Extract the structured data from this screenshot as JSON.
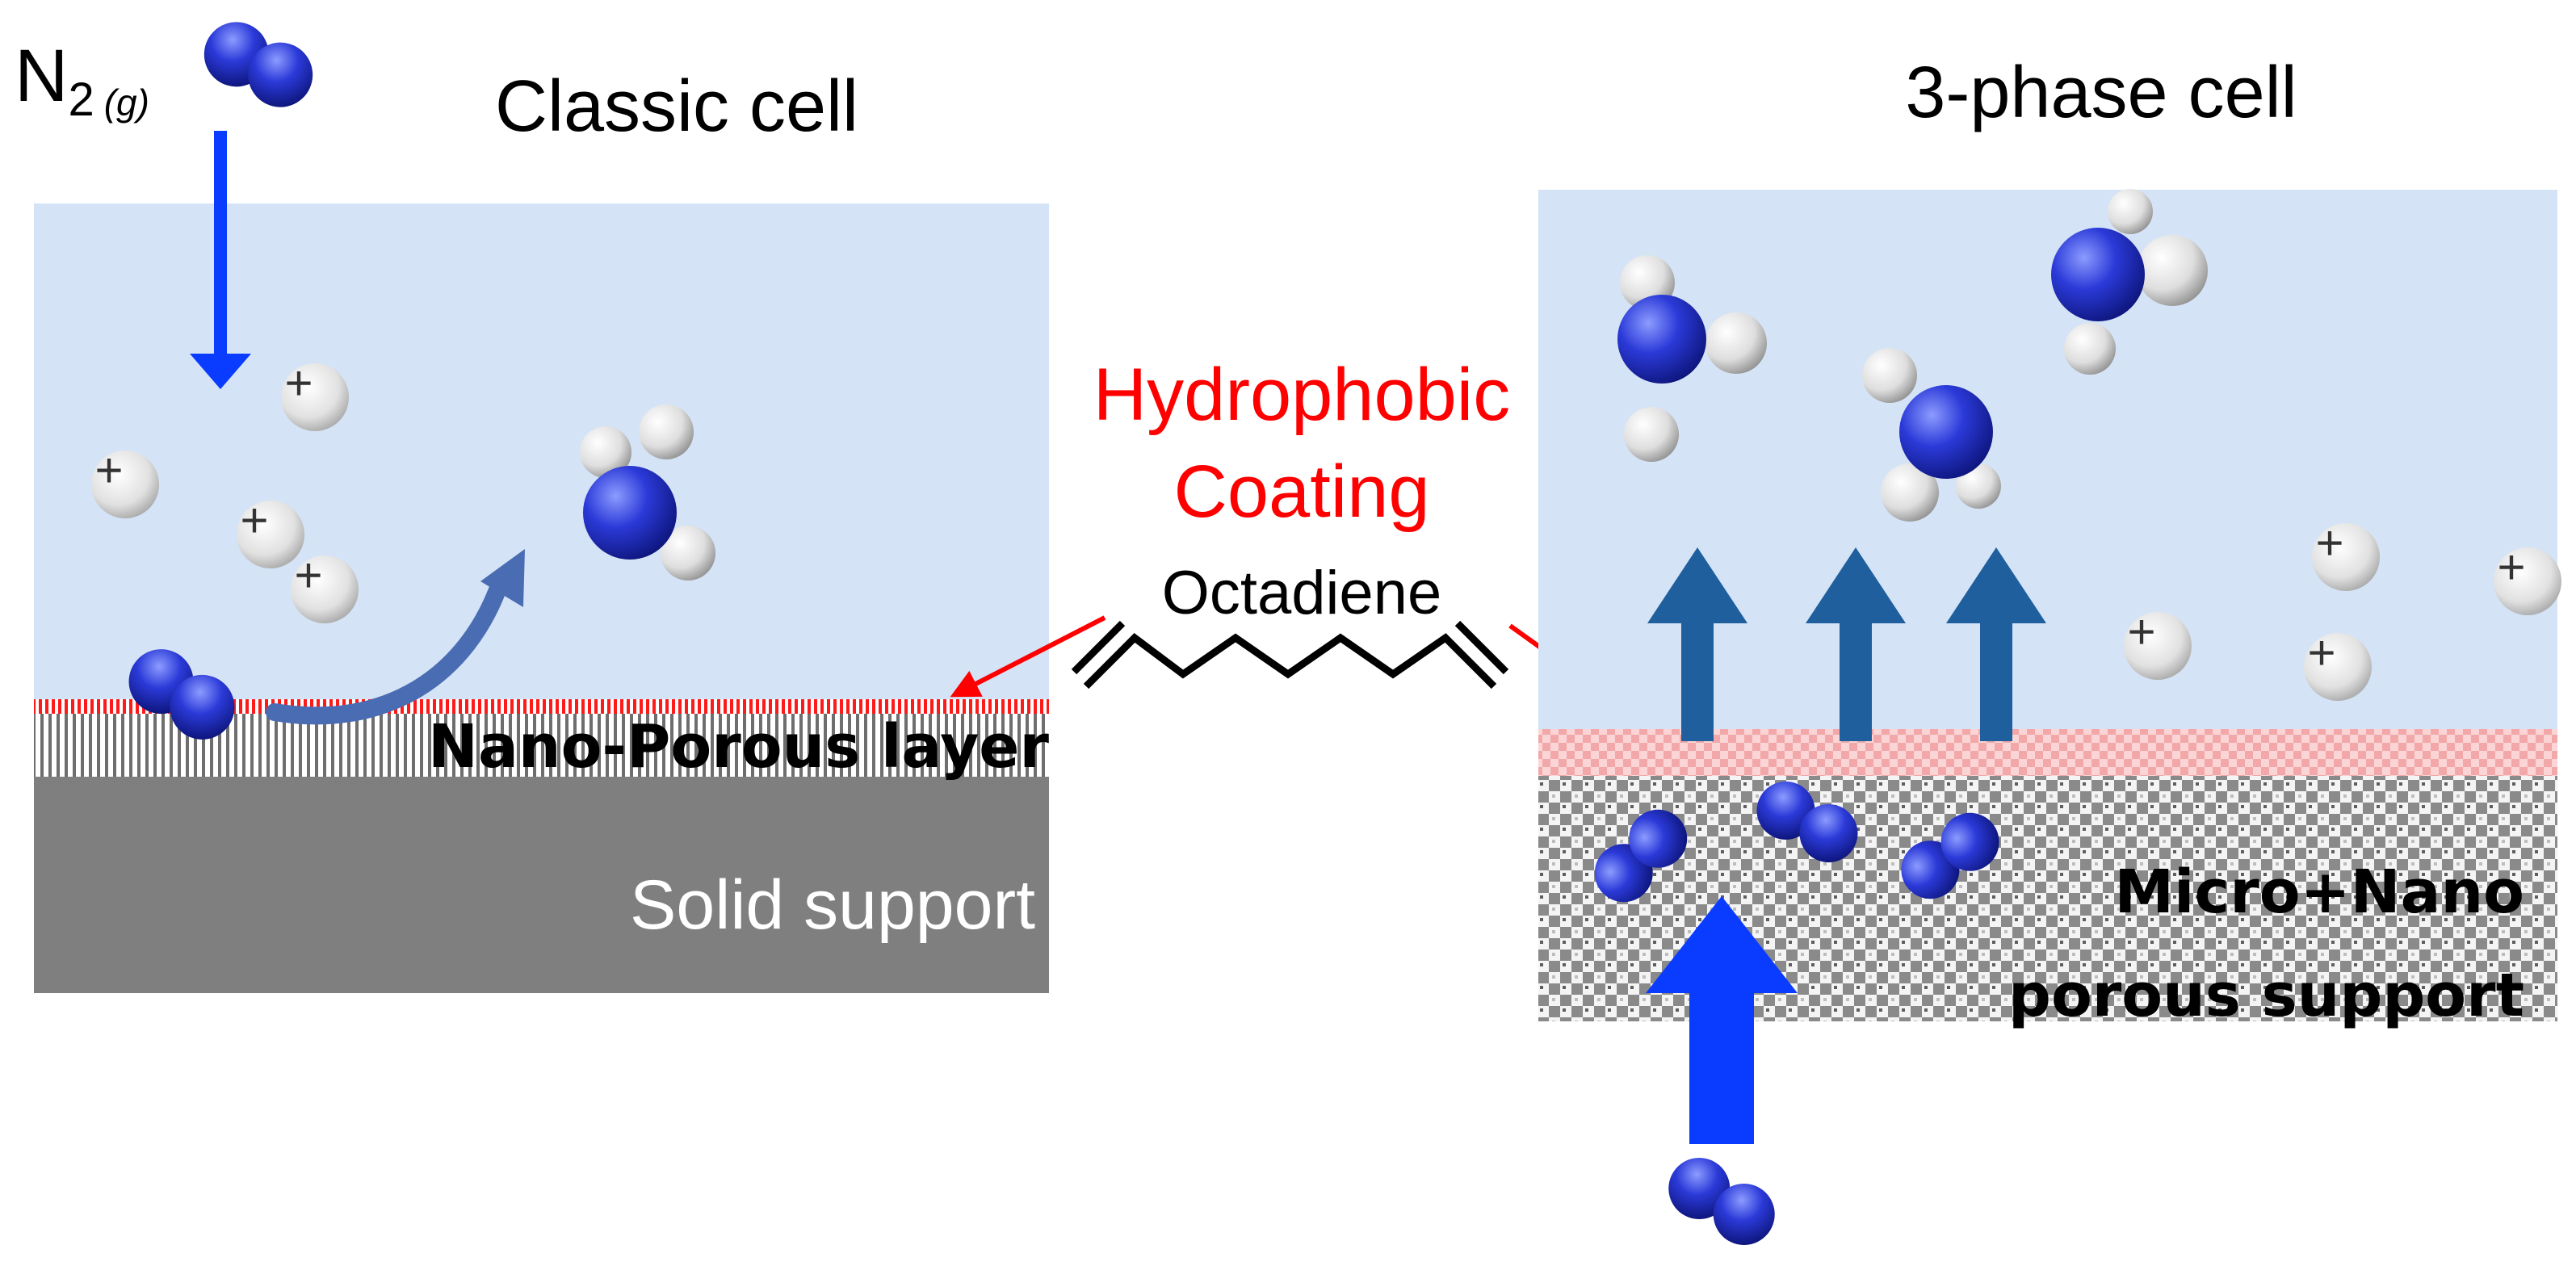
{
  "gas_label": {
    "main": "N",
    "subscript": "2",
    "phase": "(g)"
  },
  "left_panel": {
    "title": "Classic cell",
    "layer_label": "Nano-Porous layer",
    "support_label": "Solid support"
  },
  "right_panel": {
    "title": "3-phase cell",
    "support_label_line1": "Micro+Nano",
    "support_label_line2": "porous support"
  },
  "center": {
    "coating_line1": "Hydrophobic",
    "coating_line2": "Coating",
    "molecule_name": "Octadiene"
  },
  "ion_symbol": "+",
  "colors": {
    "electrolyte": "#d4e3f5",
    "solid_support": "#7f7f7f",
    "nitrogen": "#1f2dc8",
    "hydrogen": "#e6e6e6",
    "coating": "#ff0000",
    "flux_arrow": "#1f5f9e",
    "gas_arrow": "#0a3cff"
  }
}
